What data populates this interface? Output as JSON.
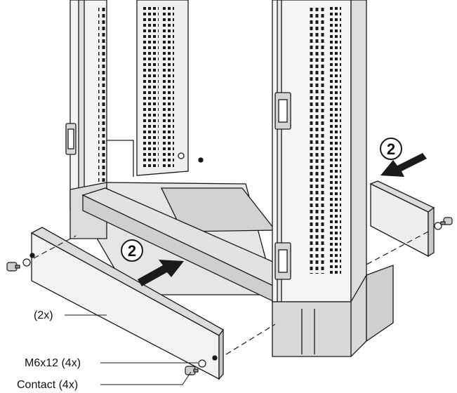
{
  "steps": {
    "left": "2",
    "right": "2"
  },
  "callouts": {
    "panel_qty": "(2x)",
    "screw": "M6x12 (4x)",
    "contact": "Contact (4x)"
  },
  "colors": {
    "line": "#1a1a1a",
    "frame_light": "#f2f2f2",
    "frame_mid": "#dcdcdc",
    "frame_dark": "#bdbdbd",
    "arrow": "#1a1a1a"
  },
  "icons": {
    "screw": "screw-icon",
    "washer": "washer-icon",
    "arrow": "push-arrow-icon"
  }
}
